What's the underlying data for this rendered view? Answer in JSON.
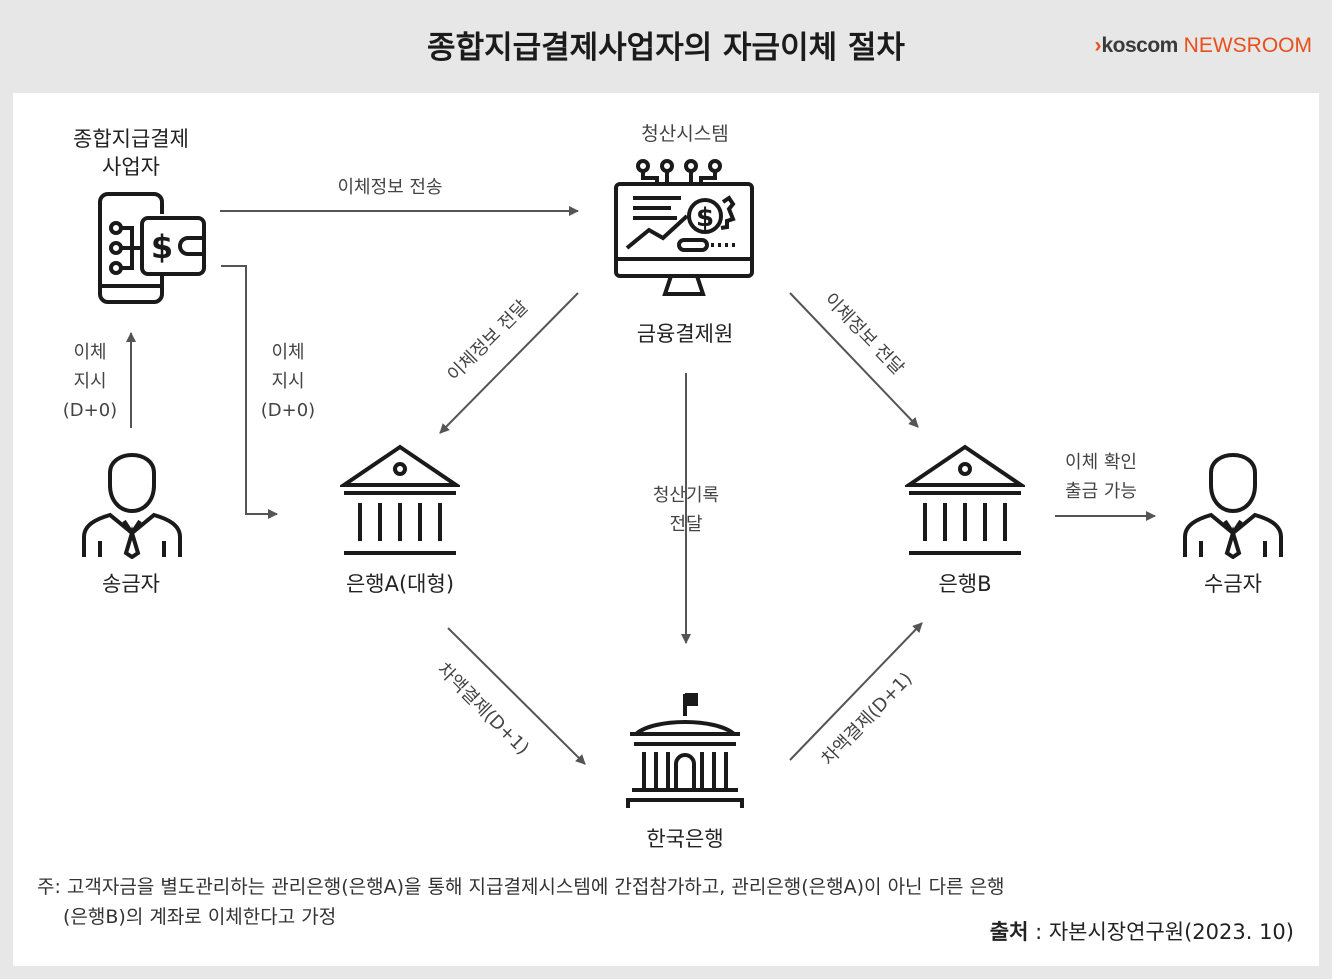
{
  "header": {
    "title": "종합지급결제사업자의 자금이체 절차",
    "brand_mark": "›",
    "brand_name": "koscom",
    "brand_suffix": "NEWSROOM"
  },
  "nodes": {
    "operator": "종합지급결제\n사업자",
    "clearing_system": "청산시스템",
    "kftc": "금융결제원",
    "sender": "송금자",
    "bank_a": "은행A(대형)",
    "bank_b": "은행B",
    "receiver": "수금자",
    "bok": "한국은행"
  },
  "edges": {
    "transfer_info_send": "이체정보 전송",
    "transfer_order_left": "이체\n지시\n(D+0)",
    "transfer_order_right": "이체\n지시\n(D+0)",
    "info_deliver_left": "이체정보 전달",
    "info_deliver_right": "이체정보 전달",
    "clearing_record": "청산기록\n전달",
    "confirm_withdraw": "이체 확인\n출금 가능",
    "net_settle_left": "차액결제(D+1)",
    "net_settle_right": "차액결제(D+1)"
  },
  "footer": {
    "note_line1": "주: 고객자금을 별도관리하는 관리은행(은행A)을 통해 지급결제시스템에 간접참가하고, 관리은행(은행A)이 아닌 다른 은행",
    "note_line2": "(은행B)의 계좌로 이체한다고 가정",
    "source_label": "출처",
    "source_text": " : 자본시장연구원(2023. 10)"
  },
  "icons": [
    "phone-wallet-icon",
    "computer-monitor-icon",
    "person-icon",
    "bank-icon",
    "central-bank-icon"
  ],
  "colors": {
    "background": "#e7e7e7",
    "panel": "#ffffff",
    "brand_accent": "#e8501b",
    "arrow": "#555555"
  }
}
